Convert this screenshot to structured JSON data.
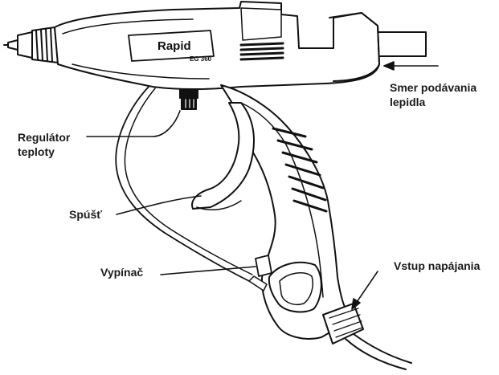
{
  "labels": {
    "feed": {
      "line1": "Smer podávania",
      "line2": "lepidla"
    },
    "temperature": {
      "line1": "Regulátor",
      "line2": "teploty"
    },
    "trigger": "Spúšť",
    "switch": "Vypínač",
    "power": "Vstup napájania"
  },
  "device": {
    "brand_text": "Rapid",
    "model_text": "EG 360"
  }
}
